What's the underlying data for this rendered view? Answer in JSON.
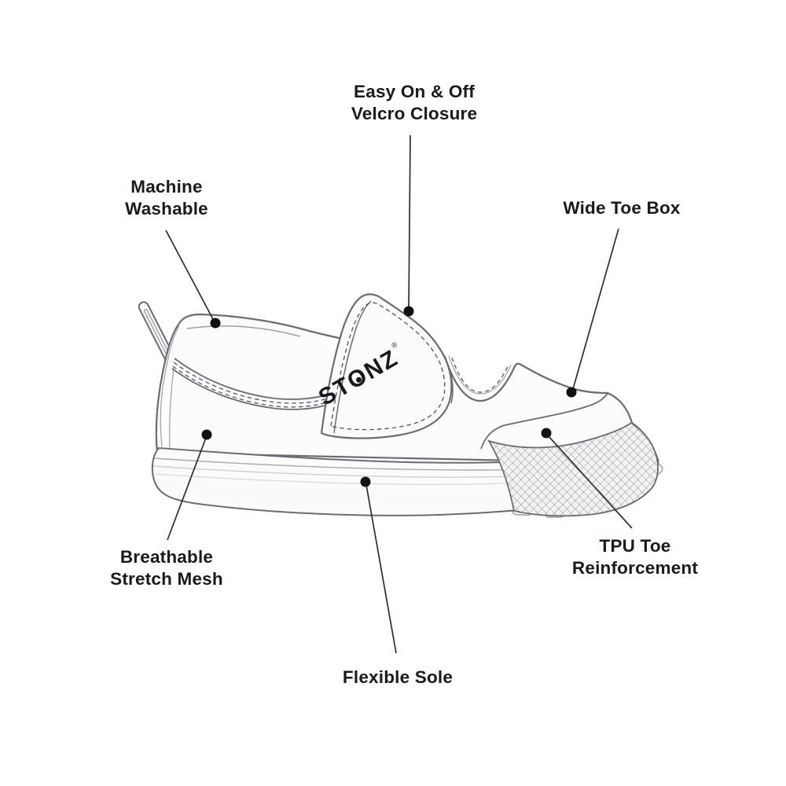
{
  "brand": {
    "logo_text": "STONZ",
    "logo_registered_mark": "®"
  },
  "callouts": {
    "velcro": {
      "label": "Easy On & Off\nVelcro Closure"
    },
    "machine": {
      "label": "Machine\nWashable"
    },
    "wide_toe": {
      "label": "Wide Toe Box"
    },
    "mesh": {
      "label": "Breathable\nStretch Mesh"
    },
    "tpu": {
      "label": "TPU Toe\nReinforcement"
    },
    "sole": {
      "label": "Flexible Sole"
    }
  },
  "colors": {
    "background": "#ffffff",
    "text": "#1a1a1a",
    "leader_line": "#2e2e2e",
    "callout_dot": "#111111",
    "shoe_outline": "#696d72",
    "shoe_fill": "#fcfcfd"
  }
}
